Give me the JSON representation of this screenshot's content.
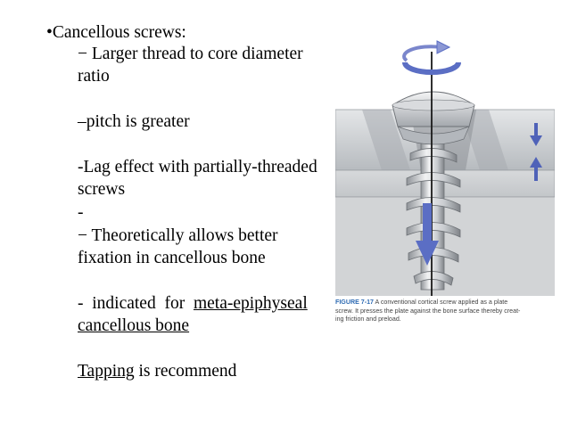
{
  "slide": {
    "bullets": {
      "main_marker": "•",
      "main": "Cancellous screws:",
      "item1_line1": "− Larger thread to core diameter",
      "item1_line2": "ratio",
      "item2": "–pitch is greater",
      "item3_line1": "-Lag effect with partially-threaded",
      "item3_line2": "screws",
      "dash_only": "-",
      "item4_line1": "− Theoretically allows better",
      "item4_line2": "fixation in cancellous bone",
      "item5_prefix": "-  indicated  for  ",
      "item5_link": "meta-epiphyseal",
      "item5_line2": "cancellous bone",
      "tapping_link": "Tapping",
      "tapping_rest": " is recommend"
    },
    "figure": {
      "label": "FIGURE 7-17",
      "caption_line1": " A conventional cortical screw applied as a plate",
      "caption_line2": "screw. It presses the plate against the bone surface thereby creat-",
      "caption_line3": "ing friction and preload."
    },
    "colors": {
      "arrow_blue": "#5b6ec4",
      "caption_label": "#2e6bb3",
      "metal": "#c9ccd0"
    }
  }
}
